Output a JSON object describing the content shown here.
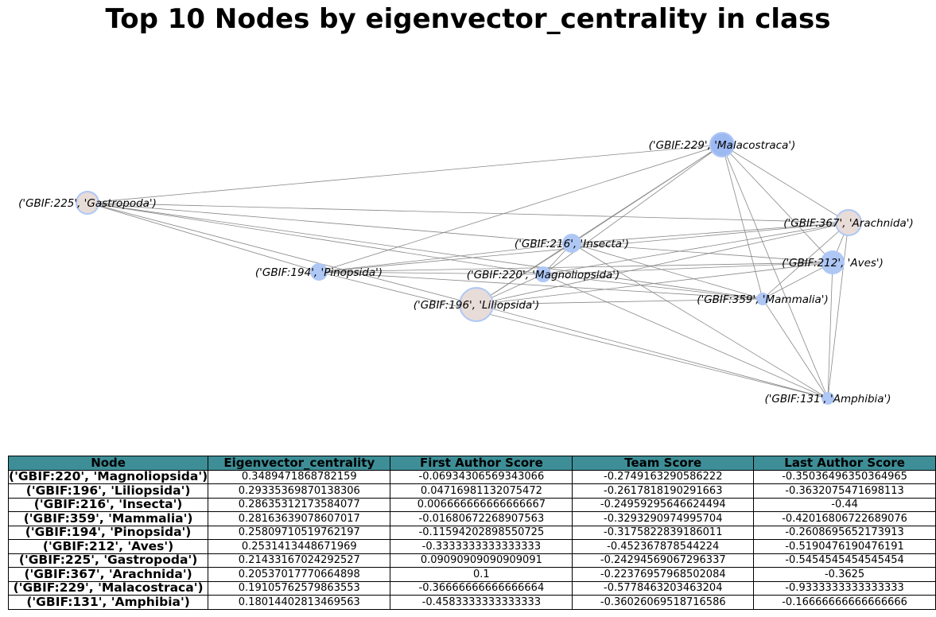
{
  "title": "Top 10 Nodes by eigenvector_centrality in class",
  "graph": {
    "nodes": [
      {
        "id": "('GBIF:220', 'Magnoliopsida')",
        "color": "#aec7f5"
      },
      {
        "id": "('GBIF:196', 'Liliopsida')",
        "color": "#e8dcd8"
      },
      {
        "id": "('GBIF:216', 'Insecta')",
        "color": "#aec7f5"
      },
      {
        "id": "('GBIF:359', 'Mammalia')",
        "color": "#aec7f5"
      },
      {
        "id": "('GBIF:194', 'Pinopsida')",
        "color": "#aec7f5"
      },
      {
        "id": "('GBIF:212', 'Aves')",
        "color": "#aec7f5"
      },
      {
        "id": "('GBIF:225', 'Gastropoda')",
        "color": "#e8dcd8"
      },
      {
        "id": "('GBIF:367', 'Arachnida')",
        "color": "#e8dcd8"
      },
      {
        "id": "('GBIF:229', 'Malacostraca')",
        "color": "#9db9f2"
      },
      {
        "id": "('GBIF:131', 'Amphibia')",
        "color": "#aec7f5"
      }
    ],
    "edge_color": "#888888",
    "node_outline_color": "#aec7f5"
  },
  "table": {
    "columns": [
      "Node",
      "Eigenvector_centrality",
      "First Author Score",
      "Team Score",
      "Last Author Score"
    ],
    "header_color": "#3e8e97",
    "rows": [
      [
        "('GBIF:220', 'Magnoliopsida')",
        "0.3489471868782159",
        "-0.06934306569343066",
        "-0.2749163290586222",
        "-0.35036496350364965"
      ],
      [
        "('GBIF:196', 'Liliopsida')",
        "0.29335369870138306",
        "0.04716981132075472",
        "-0.2617818190291663",
        "-0.3632075471698113"
      ],
      [
        "('GBIF:216', 'Insecta')",
        "0.28635312173584077",
        "0.006666666666666667",
        "-0.24959295646624494",
        "-0.44"
      ],
      [
        "('GBIF:359', 'Mammalia')",
        "0.28163639078607017",
        "-0.01680672268907563",
        "-0.3293290974995704",
        "-0.42016806722689076"
      ],
      [
        "('GBIF:194', 'Pinopsida')",
        "0.25809710519762197",
        "-0.11594202898550725",
        "-0.3175822839186011",
        "-0.2608695652173913"
      ],
      [
        "('GBIF:212', 'Aves')",
        "0.2531413448671969",
        "-0.3333333333333333",
        "-0.452367878544224",
        "-0.5190476190476191"
      ],
      [
        "('GBIF:225', 'Gastropoda')",
        "0.21433167024292527",
        "0.09090909090909091",
        "-0.24294569067296337",
        "-0.5454545454545454"
      ],
      [
        "('GBIF:367', 'Arachnida')",
        "0.20537017770664898",
        "0.1",
        "-0.22376957968502084",
        "-0.3625"
      ],
      [
        "('GBIF:229', 'Malacostraca')",
        "0.19105762579863553",
        "-0.36666666666666664",
        "-0.5778463203463204",
        "-0.9333333333333333"
      ],
      [
        "('GBIF:131', 'Amphibia')",
        "0.18014402813469563",
        "-0.4583333333333333",
        "-0.36026069518716586",
        "-0.16666666666666666"
      ]
    ]
  }
}
